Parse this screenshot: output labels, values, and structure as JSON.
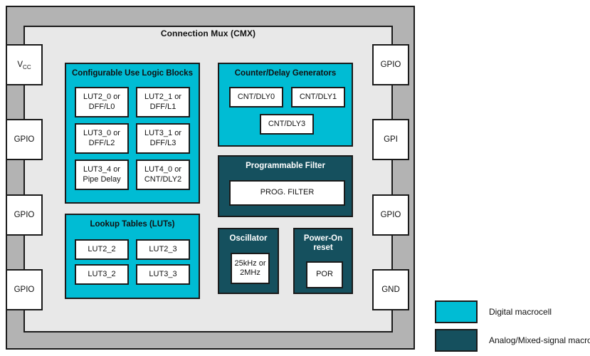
{
  "diagram": {
    "core_title": "Connection Mux (CMX)",
    "colors": {
      "digital_macrocell": "#00bcd4",
      "analog_macrocell": "#15505e",
      "package": "#b3b3b3",
      "core": "#e8e8e8",
      "outline": "#1a1a1a"
    }
  },
  "pins": {
    "left": [
      {
        "label": "V",
        "sub": "CC"
      },
      {
        "label": "GPIO",
        "sub": ""
      },
      {
        "label": "GPIO",
        "sub": ""
      },
      {
        "label": "GPIO",
        "sub": ""
      }
    ],
    "right": [
      {
        "label": "GPIO",
        "sub": ""
      },
      {
        "label": "GPI",
        "sub": ""
      },
      {
        "label": "GPIO",
        "sub": ""
      },
      {
        "label": "GND",
        "sub": ""
      }
    ]
  },
  "blocks": {
    "clb": {
      "title": "Configurable Use Logic Blocks",
      "kind": "digital",
      "cells": [
        "LUT2_0 or\nDFF/L0",
        "LUT2_1 or\nDFF/L1",
        "LUT3_0 or\nDFF/L2",
        "LUT3_1 or\nDFF/L3",
        "LUT3_4 or\nPipe Delay",
        "LUT4_0 or\nCNT/DLY2"
      ]
    },
    "luts": {
      "title": "Lookup Tables (LUTs)",
      "kind": "digital",
      "cells": [
        "LUT2_2",
        "LUT2_3",
        "LUT3_2",
        "LUT3_3"
      ]
    },
    "counters": {
      "title": "Counter/Delay Generators",
      "kind": "digital",
      "cells": [
        "CNT/DLY0",
        "CNT/DLY1",
        "CNT/DLY3"
      ]
    },
    "filter": {
      "title": "Programmable Filter",
      "kind": "analog",
      "cells": [
        "PROG. FILTER"
      ]
    },
    "oscillator": {
      "title": "Oscillator",
      "kind": "analog",
      "cells": [
        "25kHz or\n2MHz"
      ]
    },
    "por": {
      "title": "Power-On\nreset",
      "kind": "analog",
      "cells": [
        "POR"
      ]
    }
  },
  "legend": [
    {
      "swatch": "digital",
      "label": "Digital macrocell"
    },
    {
      "swatch": "analog",
      "label": "Analog/Mixed-signal macrocell"
    }
  ]
}
